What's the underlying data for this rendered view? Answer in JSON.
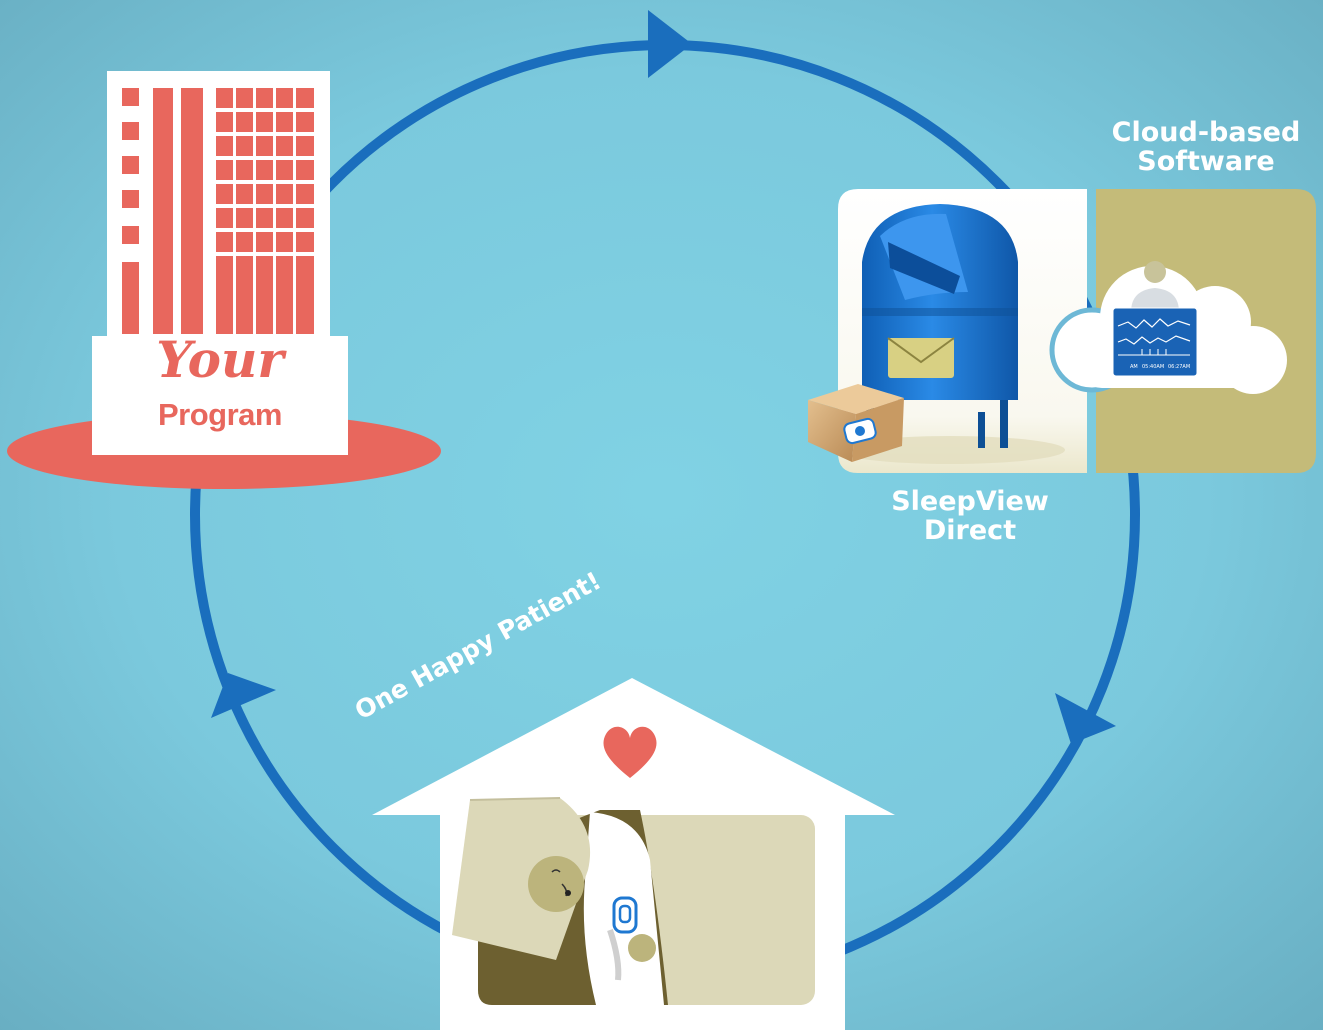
{
  "labels": {
    "cloud_line1": "Cloud-based",
    "cloud_line2": "Software",
    "sleepview_line1": "SleepView",
    "sleepview_line2": "Direct",
    "patient": "One Happy Patient!",
    "your": "Your",
    "program": "Program"
  },
  "monitor": {
    "tick_am": "AM",
    "tick_time1": "05:40AM",
    "tick_time2": "06:27AM"
  },
  "colors": {
    "background": "#7fcde0",
    "cycle_ring": "#1a6ebd",
    "building": "#e8675d",
    "cloud_panel": "#c4bb79",
    "mailbox": "#1f78d1",
    "bed_dark": "#6d6030",
    "bed_light": "#dcd8b8"
  },
  "icons": [
    "building-icon",
    "mailbox-icon",
    "package-icon",
    "cloud-icon",
    "monitor-icon",
    "house-icon",
    "heart-icon",
    "sleeping-patient-icon"
  ]
}
